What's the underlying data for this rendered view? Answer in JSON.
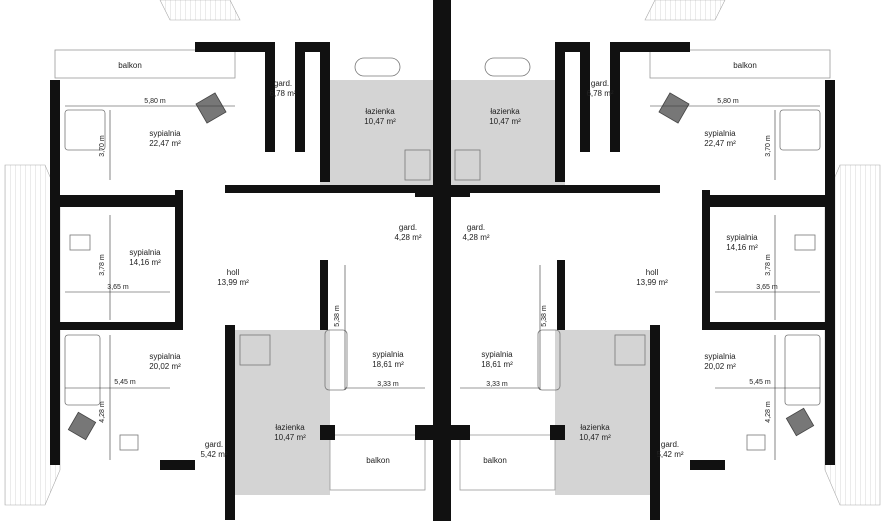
{
  "labels": {
    "balkon_tl": "balkon",
    "balkon_tr": "balkon",
    "balkon_bl": "balkon",
    "balkon_br": "balkon",
    "gard_tl_name": "gard.",
    "gard_tl_area": "6,78 m²",
    "gard_tr_name": "gard.",
    "gard_tr_area": "6,78 m²",
    "laz_tl_name": "łazienka",
    "laz_tl_area": "10,47 m²",
    "laz_tr_name": "łazienka",
    "laz_tr_area": "10,47 m²",
    "syp1_l_name": "sypialnia",
    "syp1_l_area": "22,47 m²",
    "syp1_r_name": "sypialnia",
    "syp1_r_area": "22,47 m²",
    "dim_580_l": "5,80 m",
    "dim_580_r": "5,80 m",
    "dim_370_l": "3,70 m",
    "dim_370_r": "3,70 m",
    "gard_ml_name": "gard.",
    "gard_ml_area": "4,28 m²",
    "gard_mr_name": "gard.",
    "gard_mr_area": "4,28 m²",
    "syp2_l_name": "sypialnia",
    "syp2_l_area": "14,16 m²",
    "syp2_r_name": "sypialnia",
    "syp2_r_area": "14,16 m²",
    "dim_378_l": "3,78 m",
    "dim_378_r": "3,78 m",
    "dim_365_l": "3,65 m",
    "dim_365_r": "3,65 m",
    "holl_l_name": "holl",
    "holl_l_area": "13,99 m²",
    "holl_r_name": "holl",
    "holl_r_area": "13,99 m²",
    "dim_538_l": "5,38 m",
    "dim_538_r": "5,38 m",
    "syp3_l_name": "sypialnia",
    "syp3_l_area": "18,61 m²",
    "syp3_r_name": "sypialnia",
    "syp3_r_area": "18,61 m²",
    "dim_333_l": "3,33 m",
    "dim_333_r": "3,33 m",
    "syp4_l_name": "sypialnia",
    "syp4_l_area": "20,02 m²",
    "syp4_r_name": "sypialnia",
    "syp4_r_area": "20,02 m²",
    "dim_545_l": "5,45 m",
    "dim_545_r": "5,45 m",
    "dim_428_l": "4,28 m",
    "dim_428_r": "4,28 m",
    "laz_bl_name": "łazienka",
    "laz_bl_area": "10,47 m²",
    "laz_br_name": "łazienka",
    "laz_br_area": "10,47 m²",
    "gard_bl_name": "gard.",
    "gard_bl_area": "5,42 m²",
    "gard_br_name": "gard.",
    "gard_br_area": "5,42 m²"
  }
}
